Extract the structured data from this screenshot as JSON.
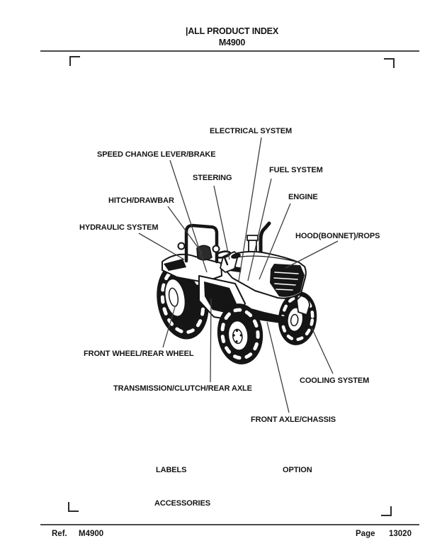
{
  "header": {
    "index_title": "|ALL PRODUCT INDEX",
    "model": "M4900"
  },
  "callouts": [
    {
      "label": "ELECTRICAL SYSTEM"
    },
    {
      "label": "SPEED CHANGE LEVER/BRAKE"
    },
    {
      "label": "STEERING"
    },
    {
      "label": "FUEL SYSTEM"
    },
    {
      "label": "ENGINE"
    },
    {
      "label": "HITCH/DRAWBAR"
    },
    {
      "label": "HYDRAULIC SYSTEM"
    },
    {
      "label": "HOOD(BONNET)/ROPS"
    },
    {
      "label": "FRONT WHEEL/REAR WHEEL"
    },
    {
      "label": "TRANSMISSION/CLUTCH/REAR AXLE"
    },
    {
      "label": "COOLING SYSTEM"
    },
    {
      "label": "FRONT AXLE/CHASSIS"
    }
  ],
  "index_items": [
    {
      "label": "LABELS"
    },
    {
      "label": "OPTION"
    },
    {
      "label": "ACCESSORIES"
    }
  ],
  "footer": {
    "ref_label": "Ref.",
    "ref_value": "M4900",
    "page_label": "Page",
    "page_value": "13020"
  },
  "diagram": {
    "alt": "M4900 tractor line drawing, front right three-quarter view"
  },
  "colors": {
    "ink": "#141414",
    "leader_line": "#3d3d3d",
    "rule": "#4a4a4a"
  }
}
